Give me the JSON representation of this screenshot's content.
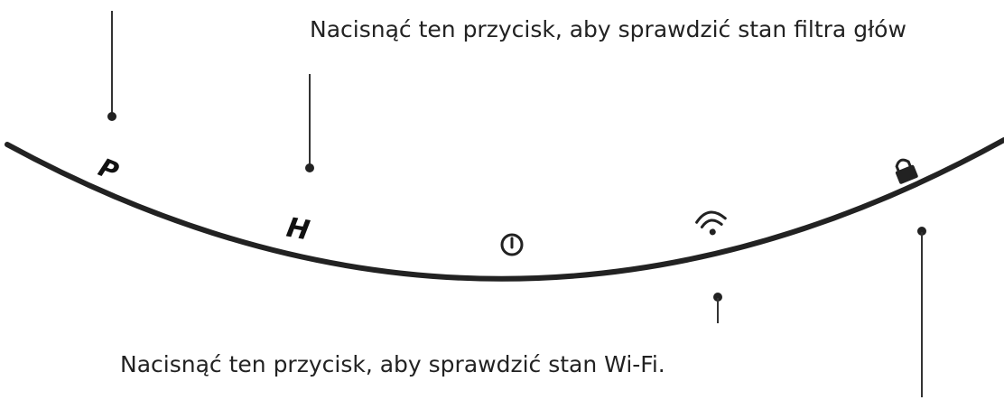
{
  "captions": {
    "filter_check": "Nacisnąć ten przycisk, aby sprawdzić stan filtra głów",
    "wifi_check": "Nacisnąć ten przycisk, aby sprawdzić stan Wi-Fi."
  },
  "buttons": {
    "p_label": "P",
    "h_label": "H"
  },
  "icons": {
    "power": "power-icon",
    "wifi": "wifi-icon",
    "lock": "lock-icon"
  },
  "colors": {
    "line": "#222222",
    "text": "#222222"
  }
}
